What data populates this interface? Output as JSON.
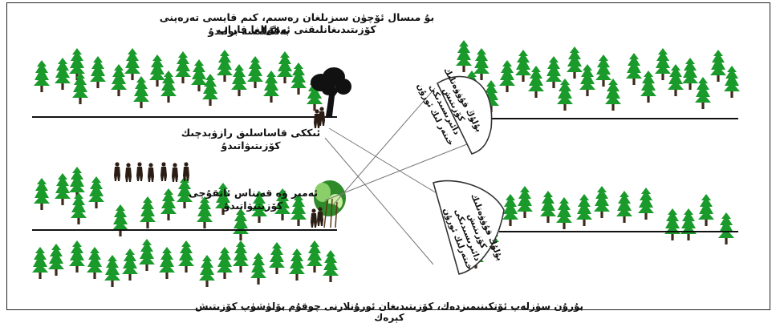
{
  "title_line1": "بۇ مىسال ئۆچۈن سىزىلغان رەسىم، كىم قايسى تەرەپنى كۆزىتىدىغانلىقنى ئەھۋالغا قاراپ",
  "title_line2": "بەلگىلىسە بولىدۇ",
  "label_two_observers": "ئىككى قاساسلىق رازۋېدچىك كۆزىتىۋاتىدۇ",
  "label_skilled": "ئەمىر ۋە قەنناس ئاتقۇچى كۆزىتىۋاتىدۇ",
  "lens_top_text": "بۇلۇڭ قۇۋۋەتلىك كۆزىتىش دائىرىسىدىكى خىتەر لىك ئورۇن",
  "lens_bottom_text": "بۇلۇڭ قۇۋۋەتلىك كۆزىتىش دائىرىسىدىكى خىتەرلىك ئورۇن",
  "bottom_caption": "بۇرۇن سۈزلەپ ئۆتكىنىمىزدەك، كۆزىتىدىغان ئورۇنلارنى چوقۇم بۆلۈشۈپ كۆزىتىش كېرەك",
  "colors": {
    "tree": "#1a9a2a",
    "trunk": "#3d2a1a",
    "ground": "#111111",
    "person": "#2b1d14"
  },
  "icons": [
    "pine-tree-icon",
    "broadleaf-tree-icon",
    "soldier-icon",
    "bush-icon"
  ]
}
